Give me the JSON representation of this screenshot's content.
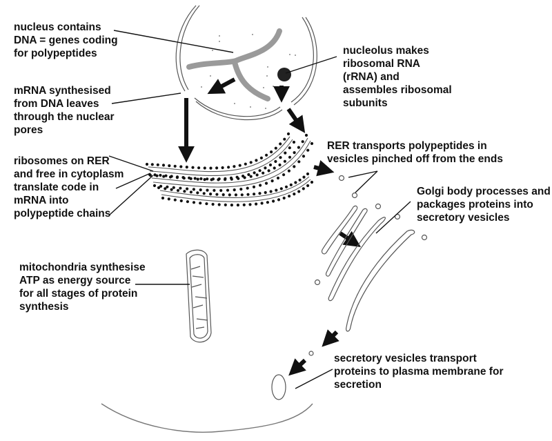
{
  "diagram": {
    "title": "Protein synthesis in a eukaryotic cell",
    "colors": {
      "ink": "#111111",
      "membrane": "#555555",
      "chromatin": "#8a8a8a",
      "background": "#ffffff"
    },
    "labels": {
      "nucleus": [
        "nucleus contains",
        "DNA = genes coding",
        "for polypeptides"
      ],
      "mrna": [
        "mRNA synthesised",
        "from DNA leaves",
        "through the nuclear",
        "pores"
      ],
      "nucleolus": [
        "nucleolus makes",
        "ribosomal RNA",
        "(rRNA) and",
        "assembles ribosomal",
        "subunits"
      ],
      "ribosomes": [
        "ribosomes on RER",
        "and free in cytoplasm",
        "translate code in",
        "mRNA into",
        "polypeptide chains"
      ],
      "rer": [
        "RER transports polypeptides in",
        "vesicles pinched off from the ends"
      ],
      "golgi": [
        "Golgi body processes and",
        "packages proteins into",
        "secretory vesicles"
      ],
      "mitochondria": [
        "mitochondria synthesise",
        "ATP as energy source",
        "for all stages of protein",
        "synthesis"
      ],
      "secretory": [
        "secretory vesicles transport",
        "proteins to plasma membrane for",
        "secretion"
      ]
    },
    "structures": [
      "nucleus",
      "chromatin",
      "nucleolus",
      "nuclear-pore",
      "rough-endoplasmic-reticulum",
      "ribosomes",
      "transport-vesicle",
      "golgi-body",
      "secretory-vesicle",
      "mitochondrion",
      "plasma-membrane"
    ]
  }
}
